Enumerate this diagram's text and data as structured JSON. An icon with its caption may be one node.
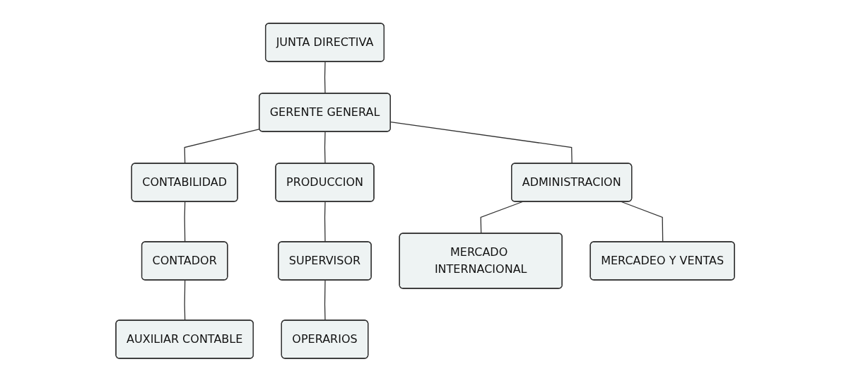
{
  "diagram": {
    "nodes": [
      {
        "text": [
          "JUNTA DIRECTIVA"
        ]
      },
      {
        "text": [
          "GERENTE GENERAL"
        ]
      },
      {
        "text": [
          "CONTABILIDAD"
        ]
      },
      {
        "text": [
          "PRODUCCION"
        ]
      },
      {
        "text": [
          "ADMINISTRACION"
        ]
      },
      {
        "text": [
          "CONTADOR"
        ]
      },
      {
        "text": [
          "AUXILIAR CONTABLE"
        ]
      },
      {
        "text": [
          "SUPERVISOR"
        ]
      },
      {
        "text": [
          "OPERARIOS"
        ]
      },
      {
        "text": [
          "MERCADO INTERNACIONAL"
        ]
      },
      {
        "text": [
          "MERCADEO Y VENTAS"
        ]
      }
    ],
    "edges": [
      {
        "from": 0,
        "to": 1,
        "arrow": "none"
      },
      {
        "from": 1,
        "to": 2,
        "arrow": "none"
      },
      {
        "from": 1,
        "to": 3,
        "arrow": "none"
      },
      {
        "from": 1,
        "to": 4,
        "arrow": "none"
      },
      {
        "from": 2,
        "to": 5,
        "arrow": "none"
      },
      {
        "from": 5,
        "to": 6,
        "arrow": "none"
      },
      {
        "from": 3,
        "to": 7,
        "arrow": "none"
      },
      {
        "from": 7,
        "to": 8,
        "arrow": "none"
      },
      {
        "from": 4,
        "to": 9,
        "arrow": "none"
      },
      {
        "from": 4,
        "to": 10,
        "arrow": "none"
      }
    ]
  }
}
